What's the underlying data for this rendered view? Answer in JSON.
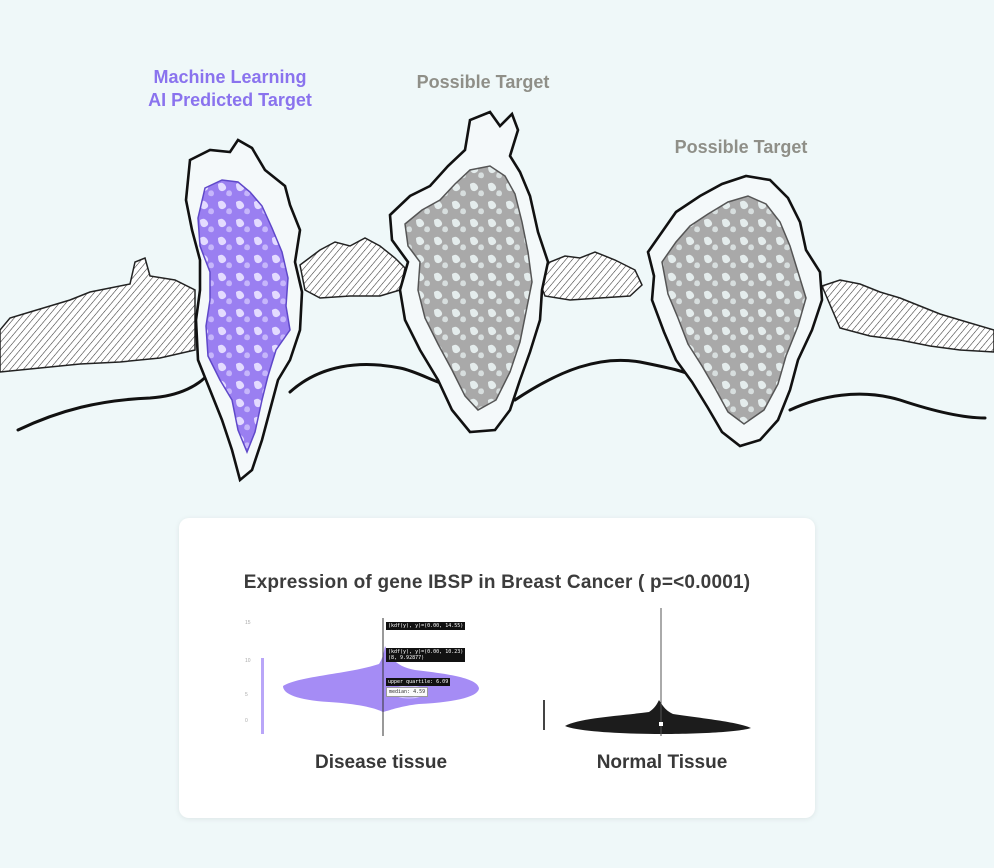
{
  "labels": {
    "ml_line1": "Machine Learning",
    "ml_line2": "AI Predicted Target",
    "target_2": "Possible Target",
    "target_3": "Possible Target"
  },
  "colors": {
    "accent_purple": "#8a73ee",
    "label_gray": "#8f8f88",
    "violin_purple": "#a58cf5",
    "violin_black": "#1c1c1c",
    "background": "#eff8f9"
  },
  "card": {
    "title": "Expression of gene IBSP in Breast Cancer ( p=<0.0001)",
    "disease_label": "Disease tissue",
    "normal_label": "Normal Tissue",
    "tooltips": {
      "t1": "(kdf(y), y)=(0.00, 14.55)",
      "t2a": "(kdf(y), y)=(0.00, 10.23)",
      "t2b": "(8, 9.92877)",
      "t3": "upper quartile: 6.09",
      "t4": "median: 4.59"
    }
  },
  "chart_data": {
    "type": "violin",
    "title": "Expression of gene IBSP in Breast Cancer ( p=<0.0001)",
    "categories": [
      "Disease tissue",
      "Normal Tissue"
    ],
    "yticks": [
      0,
      5,
      10,
      15
    ],
    "disease": {
      "max": 14.55,
      "upper_quartile": 6.09,
      "median": 4.59
    }
  }
}
